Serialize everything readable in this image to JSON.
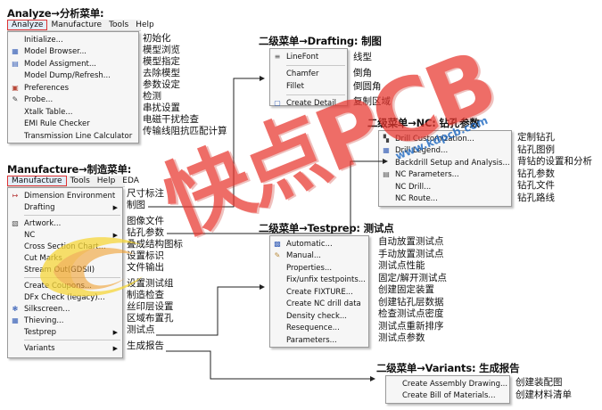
{
  "analyze_section": {
    "title": "Analyze→分析菜单:",
    "menubar": [
      "Analyze",
      "Manufacture",
      "Tools",
      "Help"
    ],
    "items": [
      "Initialize...",
      "Model Browser...",
      "Model Assigment...",
      "Model Dump/Refresh...",
      "Preferences",
      "Probe...",
      "Xtalk Table...",
      "EMI Rule Checker",
      "Transmission Line Calculator"
    ],
    "labels": [
      "初始化",
      "模型浏览",
      "模型指定",
      "去除模型",
      "参数设定",
      "检测",
      "串扰设置",
      "电磁干扰检查",
      "传输线阻抗匹配计算"
    ]
  },
  "manufacture_section": {
    "title": "Manufacture→制造菜单:",
    "menubar": [
      "Manufacture",
      "Tools",
      "Help",
      "EDA"
    ],
    "items": [
      "Dimension Environment",
      "Drafting",
      "Artwork...",
      "NC",
      "Cross Section Chart...",
      "Cut Marks",
      "Stream Out(GDSII)",
      "Create Coupons...",
      "DFx Check (legacy)...",
      "Silkscreen...",
      "Thieving...",
      "Testprep",
      "Variants"
    ],
    "labels": [
      "尺寸标注",
      "制图",
      "图像文件",
      "钻孔参数",
      "叠成结构图标",
      "设置标识",
      "文件输出",
      "设置测试组",
      "制造检查",
      "丝印层设置",
      "区域布置孔",
      "测试点",
      "生成报告"
    ]
  },
  "drafting_section": {
    "title": "二级菜单→Drafting: 制图",
    "items": [
      "LineFont",
      "Chamfer",
      "Fillet",
      "Create Detail"
    ],
    "labels": [
      "线型",
      "倒角",
      "倒圆角",
      "复制区域"
    ]
  },
  "nc_section": {
    "title": "二级菜单→NC: 钻孔参数",
    "items": [
      "Drill Customization...",
      "Drill Legend...",
      "Backdrill Setup and Analysis...",
      "NC Parameters...",
      "NC Drill...",
      "NC Route..."
    ],
    "labels": [
      "定制钻孔",
      "钻孔图例",
      "背钻的设置和分析",
      "钻孔参数",
      "钻孔文件",
      "钻孔路线"
    ]
  },
  "testprep_section": {
    "title": "二级菜单→Testprep: 测试点",
    "items": [
      "Automatic...",
      "Manual...",
      "Properties...",
      "Fix/unfix testpoints...",
      "Create FIXTURE...",
      "Create NC drill data",
      "Density check...",
      "Resequence...",
      "Parameters..."
    ],
    "labels": [
      "自动放置测试点",
      "手动放置测试点",
      "测试点性能",
      "固定/解开测试点",
      "创建固定装置",
      "创建钻孔层数据",
      "检查测试点密度",
      "测试点重新排序",
      "测试点参数"
    ]
  },
  "variants_section": {
    "title": "二级菜单→Variants: 生成报告",
    "items": [
      "Create Assembly Drawing...",
      "Create Bill of Materials..."
    ],
    "labels": [
      "创建装配图",
      "创建材料清单"
    ]
  },
  "watermark": {
    "text": "快点PCB",
    "url": "www.kdpcb.com",
    "colors": {
      "orange": "#f0a030",
      "red": "#e8352e",
      "blue": "#1a66c0",
      "yellow": "#f6d63a"
    }
  },
  "colors": {
    "menu_bg": "#f6f6f6",
    "highlight_border": "#dd3333",
    "arrow": "#222222"
  }
}
